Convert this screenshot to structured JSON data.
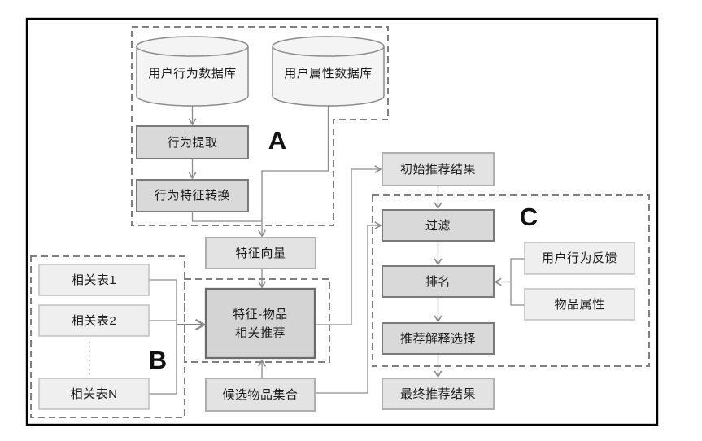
{
  "diagram": {
    "section_labels": {
      "a": "A",
      "b": "B",
      "c": "C"
    },
    "databases": {
      "user_behavior": "用户行为数据库",
      "user_attribute": "用户属性数据库"
    },
    "module_a": {
      "behavior_extract": "行为提取",
      "behavior_feature_transform": "行为特征转换"
    },
    "module_b": {
      "rel_table_1": "相关表1",
      "rel_table_2": "相关表2",
      "rel_table_n": "相关表N"
    },
    "center": {
      "feature_vector": "特征向量",
      "feature_item_rec_line1": "特征-物品",
      "feature_item_rec_line2": "相关推荐",
      "candidate_items": "候选物品集合"
    },
    "module_c": {
      "initial_results": "初始推荐结果",
      "filter": "过滤",
      "ranking": "排名",
      "explanation_select": "推荐解释选择",
      "final_results": "最终推荐结果",
      "user_behavior_feedback": "用户行为反馈",
      "item_attributes": "物品属性"
    },
    "colors": {
      "frame": "#000000",
      "dashed_border": "#7f7f7f",
      "connector": "#8c8c8c",
      "box_dark_fill": "#d9d9d9",
      "box_dark_border": "#7a7a7a",
      "box_mid_fill": "#e3e3e3",
      "box_mid_border": "#a8a8a8",
      "box_light_fill": "#efefef",
      "box_light_border": "#c3c3c3",
      "cylinder_fill": "#f4f4f4",
      "text": "#1a1a1a"
    }
  }
}
